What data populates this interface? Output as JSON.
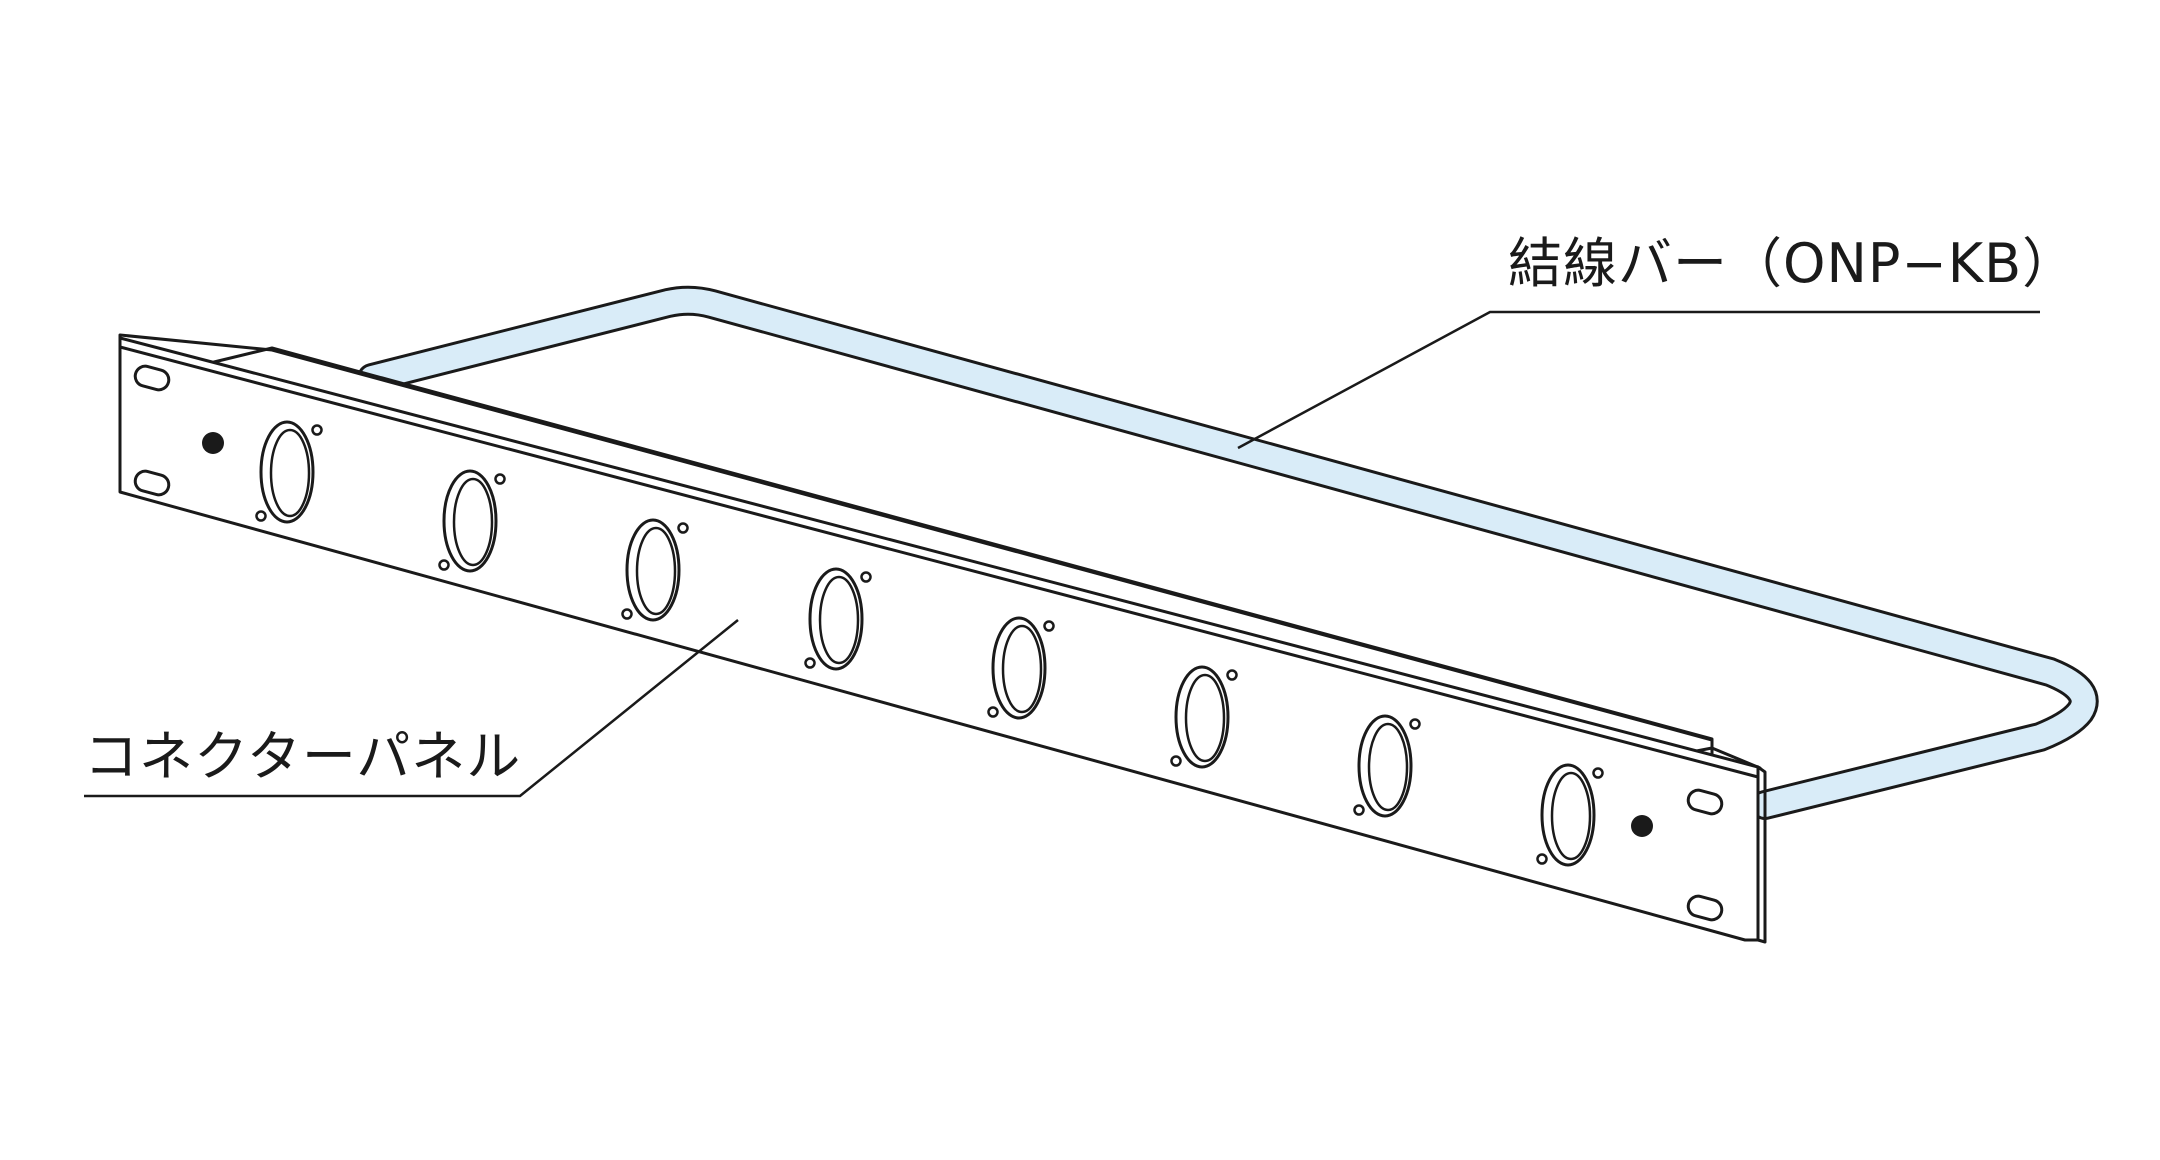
{
  "labels": {
    "wiring_bar": "結線バー（ONP−KB）",
    "connector_panel": "コネクターパネル"
  },
  "colors": {
    "bar_fill": "#d9ecf8",
    "line": "#1a1a1a",
    "background": "#ffffff"
  },
  "connector_hole_count": 8
}
